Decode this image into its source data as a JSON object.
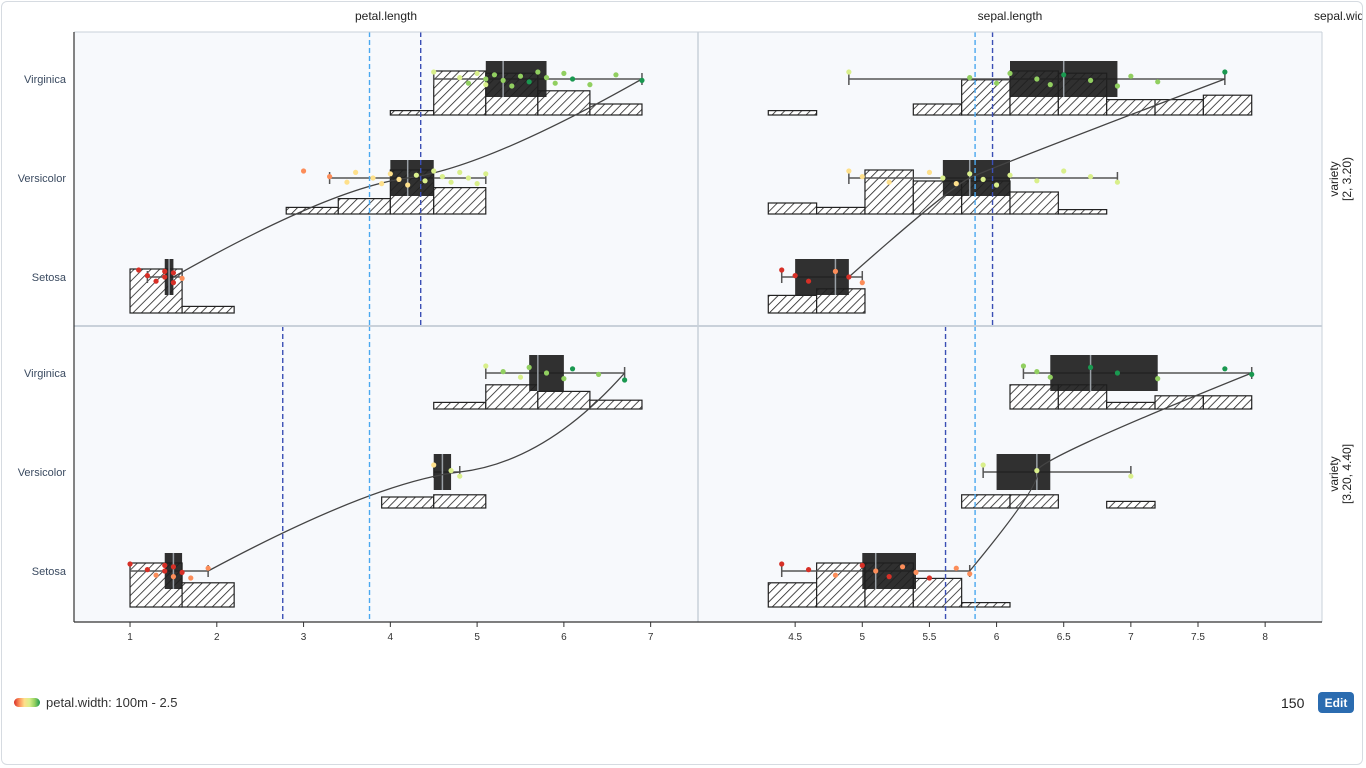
{
  "chart_data": {
    "type": "boxplot+histogram+strip",
    "columns": [
      "petal.length",
      "sepal.length",
      "sepal.wid"
    ],
    "x_ranges": [
      [
        0.7,
        7.2
      ],
      [
        4.0,
        8.2
      ]
    ],
    "x_ticks": [
      [
        "1",
        "2",
        "3",
        "4",
        "5",
        "6",
        "7"
      ],
      [
        "4.5",
        "5",
        "5.5",
        "6",
        "6.5",
        "7",
        "7.5",
        "8"
      ]
    ],
    "categories": [
      "Virginica",
      "Versicolor",
      "Setosa"
    ],
    "row_facet_title": "variety",
    "rows": [
      "[2, 3.20)",
      "[3.20, 4.40]"
    ],
    "color_legend": "petal.width: 100m - 2.5",
    "color_scale": [
      "#d73027",
      "#fc8d59",
      "#fee08b",
      "#d9ef8b",
      "#91cf60",
      "#1a9850"
    ],
    "panels": [
      {
        "row": 0,
        "col": 0,
        "ref_lines": [
          {
            "x": 3.76,
            "color": "#4aa8f0"
          },
          {
            "x": 4.35,
            "color": "#3b4fb5"
          }
        ],
        "boxes": {
          "Virginica": {
            "min": 4.5,
            "q1": 5.1,
            "med": 5.3,
            "q3": 5.8,
            "max": 6.9
          },
          "Versicolor": {
            "min": 3.3,
            "q1": 4.0,
            "med": 4.2,
            "q3": 4.5,
            "max": 5.1
          },
          "Setosa": {
            "min": 1.2,
            "q1": 1.4,
            "med": 1.45,
            "q3": 1.5,
            "max": 1.6
          }
        },
        "hist": {
          "Virginica": {
            "edges": [
              4.0,
              4.5,
              5.1,
              5.7,
              6.3,
              6.9
            ],
            "h": [
              0.1,
              1.0,
              0.95,
              0.55,
              0.25
            ]
          },
          "Versicolor": {
            "edges": [
              2.8,
              3.4,
              4.0,
              4.5,
              5.1
            ],
            "h": [
              0.15,
              0.35,
              1.0,
              0.6
            ]
          },
          "Setosa": {
            "edges": [
              1.0,
              1.6,
              2.2
            ],
            "h": [
              1.0,
              0.15
            ]
          }
        },
        "trend": [
          [
            1.5,
            "Setosa"
          ],
          [
            4.2,
            "Versicolor"
          ],
          [
            6.9,
            "Virginica"
          ]
        ],
        "points": {
          "Virginica": [
            [
              4.5,
              0.6
            ],
            [
              4.8,
              0.5
            ],
            [
              4.9,
              0.7
            ],
            [
              5.0,
              0.65
            ],
            [
              5.1,
              0.72
            ],
            [
              5.1,
              0.6
            ],
            [
              5.2,
              0.75
            ],
            [
              5.3,
              0.8
            ],
            [
              5.4,
              0.7
            ],
            [
              5.5,
              0.85
            ],
            [
              5.6,
              0.9
            ],
            [
              5.7,
              0.85
            ],
            [
              5.8,
              0.8
            ],
            [
              5.9,
              0.78
            ],
            [
              6.0,
              0.8
            ],
            [
              6.1,
              0.9
            ],
            [
              6.3,
              0.7
            ],
            [
              6.6,
              0.85
            ],
            [
              6.9,
              0.95
            ]
          ],
          "Versicolor": [
            [
              3.0,
              0.2
            ],
            [
              3.3,
              0.25
            ],
            [
              3.5,
              0.3
            ],
            [
              3.6,
              0.35
            ],
            [
              3.8,
              0.3
            ],
            [
              3.9,
              0.4
            ],
            [
              4.0,
              0.45
            ],
            [
              4.1,
              0.4
            ],
            [
              4.2,
              0.45
            ],
            [
              4.3,
              0.5
            ],
            [
              4.4,
              0.5
            ],
            [
              4.5,
              0.55
            ],
            [
              4.6,
              0.5
            ],
            [
              4.7,
              0.55
            ],
            [
              4.8,
              0.6
            ],
            [
              4.9,
              0.55
            ],
            [
              5.0,
              0.6
            ],
            [
              5.1,
              0.65
            ]
          ],
          "Setosa": [
            [
              1.1,
              0.02
            ],
            [
              1.2,
              0.05
            ],
            [
              1.3,
              0.04
            ],
            [
              1.4,
              0.06
            ],
            [
              1.4,
              0.05
            ],
            [
              1.5,
              0.08
            ],
            [
              1.5,
              0.06
            ],
            [
              1.6,
              0.1
            ]
          ]
        }
      },
      {
        "row": 0,
        "col": 1,
        "ref_lines": [
          {
            "x": 5.84,
            "color": "#4aa8f0"
          },
          {
            "x": 5.97,
            "color": "#3b4fb5"
          }
        ],
        "boxes": {
          "Virginica": {
            "min": 4.9,
            "q1": 6.1,
            "med": 6.5,
            "q3": 6.9,
            "max": 7.7
          },
          "Versicolor": {
            "min": 4.9,
            "q1": 5.6,
            "med": 5.8,
            "q3": 6.1,
            "max": 6.9
          },
          "Setosa": {
            "min": 4.4,
            "q1": 4.5,
            "med": 4.8,
            "q3": 4.9,
            "max": 5.0
          }
        },
        "hist": {
          "Virginica": {
            "edges": [
              4.3,
              4.66,
              5.02,
              5.38,
              5.74,
              6.1,
              6.46,
              6.82,
              7.18,
              7.54,
              7.9
            ],
            "h": [
              0.1,
              0.0,
              0.0,
              0.25,
              0.8,
              1.0,
              0.95,
              0.35,
              0.35,
              0.45
            ]
          },
          "Versicolor": {
            "edges": [
              4.3,
              4.66,
              5.02,
              5.38,
              5.74,
              6.1,
              6.46,
              6.82,
              7.18
            ],
            "h": [
              0.25,
              0.15,
              1.0,
              0.75,
              0.75,
              0.5,
              0.1,
              0.0
            ]
          },
          "Setosa": {
            "edges": [
              4.3,
              4.66,
              5.02
            ],
            "h": [
              0.4,
              0.55
            ]
          }
        },
        "trend": [
          [
            4.9,
            "Setosa"
          ],
          [
            5.8,
            "Versicolor"
          ],
          [
            7.7,
            "Virginica"
          ]
        ],
        "points": {
          "Virginica": [
            [
              4.9,
              0.6
            ],
            [
              5.8,
              0.7
            ],
            [
              6.0,
              0.75
            ],
            [
              6.1,
              0.8
            ],
            [
              6.3,
              0.85
            ],
            [
              6.4,
              0.7
            ],
            [
              6.5,
              0.9
            ],
            [
              6.7,
              0.85
            ],
            [
              6.9,
              0.8
            ],
            [
              7.0,
              0.75
            ],
            [
              7.2,
              0.85
            ],
            [
              7.7,
              0.9
            ]
          ],
          "Versicolor": [
            [
              4.9,
              0.3
            ],
            [
              5.0,
              0.35
            ],
            [
              5.2,
              0.4
            ],
            [
              5.5,
              0.45
            ],
            [
              5.6,
              0.5
            ],
            [
              5.7,
              0.4
            ],
            [
              5.8,
              0.5
            ],
            [
              5.9,
              0.55
            ],
            [
              6.0,
              0.5
            ],
            [
              6.1,
              0.55
            ],
            [
              6.3,
              0.55
            ],
            [
              6.5,
              0.6
            ],
            [
              6.7,
              0.6
            ],
            [
              6.9,
              0.6
            ]
          ],
          "Setosa": [
            [
              4.4,
              0.05
            ],
            [
              4.5,
              0.08
            ],
            [
              4.6,
              0.05
            ],
            [
              4.8,
              0.1
            ],
            [
              4.9,
              0.08
            ],
            [
              5.0,
              0.1
            ]
          ]
        }
      },
      {
        "row": 1,
        "col": 0,
        "ref_lines": [
          {
            "x": 2.76,
            "color": "#3b4fb5"
          },
          {
            "x": 3.76,
            "color": "#4aa8f0"
          }
        ],
        "boxes": {
          "Virginica": {
            "min": 5.1,
            "q1": 5.6,
            "med": 5.7,
            "q3": 6.0,
            "max": 6.7
          },
          "Versicolor": {
            "min": 4.5,
            "q1": 4.5,
            "med": 4.6,
            "q3": 4.7,
            "max": 4.8
          },
          "Setosa": {
            "min": 1.0,
            "q1": 1.4,
            "med": 1.5,
            "q3": 1.6,
            "max": 1.9
          }
        },
        "hist": {
          "Virginica": {
            "edges": [
              4.5,
              5.1,
              5.7,
              6.3,
              6.9
            ],
            "h": [
              0.15,
              0.55,
              0.4,
              0.2
            ]
          },
          "Versicolor": {
            "edges": [
              3.9,
              4.5,
              5.1
            ],
            "h": [
              0.25,
              0.3
            ]
          },
          "Setosa": {
            "edges": [
              1.0,
              1.6,
              2.2
            ],
            "h": [
              1.0,
              0.55
            ]
          }
        },
        "trend": [
          [
            1.9,
            "Setosa"
          ],
          [
            4.8,
            "Versicolor"
          ],
          [
            6.7,
            "Virginica"
          ]
        ],
        "points": {
          "Virginica": [
            [
              5.1,
              0.6
            ],
            [
              5.3,
              0.7
            ],
            [
              5.5,
              0.65
            ],
            [
              5.6,
              0.8
            ],
            [
              5.8,
              0.85
            ],
            [
              6.0,
              0.75
            ],
            [
              6.1,
              0.9
            ],
            [
              6.4,
              0.85
            ],
            [
              6.7,
              0.9
            ]
          ],
          "Versicolor": [
            [
              4.5,
              0.45
            ],
            [
              4.7,
              0.5
            ],
            [
              4.8,
              0.55
            ]
          ],
          "Setosa": [
            [
              1.0,
              0.02
            ],
            [
              1.2,
              0.05
            ],
            [
              1.3,
              0.1
            ],
            [
              1.4,
              0.04
            ],
            [
              1.4,
              0.08
            ],
            [
              1.5,
              0.1
            ],
            [
              1.5,
              0.06
            ],
            [
              1.6,
              0.08
            ],
            [
              1.7,
              0.12
            ],
            [
              1.9,
              0.1
            ]
          ]
        }
      },
      {
        "row": 1,
        "col": 1,
        "ref_lines": [
          {
            "x": 5.62,
            "color": "#3b4fb5"
          },
          {
            "x": 5.84,
            "color": "#4aa8f0"
          }
        ],
        "boxes": {
          "Virginica": {
            "min": 6.2,
            "q1": 6.4,
            "med": 6.7,
            "q3": 7.2,
            "max": 7.9
          },
          "Versicolor": {
            "min": 5.9,
            "q1": 6.0,
            "med": 6.3,
            "q3": 6.4,
            "max": 7.0
          },
          "Setosa": {
            "min": 4.4,
            "q1": 5.0,
            "med": 5.1,
            "q3": 5.4,
            "max": 5.8
          }
        },
        "hist": {
          "Virginica": {
            "edges": [
              6.1,
              6.46,
              6.82,
              7.18,
              7.54,
              7.9
            ],
            "h": [
              0.55,
              0.55,
              0.15,
              0.3,
              0.3
            ]
          },
          "Versicolor": {
            "edges": [
              5.74,
              6.1,
              6.46,
              6.82,
              7.18
            ],
            "h": [
              0.3,
              0.3,
              0.0,
              0.15
            ]
          },
          "Setosa": {
            "edges": [
              4.3,
              4.66,
              5.02,
              5.38,
              5.74,
              6.1
            ],
            "h": [
              0.55,
              1.0,
              1.0,
              0.65,
              0.1
            ]
          }
        },
        "trend": [
          [
            5.8,
            "Setosa"
          ],
          [
            6.3,
            "Versicolor"
          ],
          [
            7.9,
            "Virginica"
          ]
        ],
        "points": {
          "Virginica": [
            [
              6.2,
              0.75
            ],
            [
              6.3,
              0.8
            ],
            [
              6.4,
              0.85
            ],
            [
              6.7,
              0.9
            ],
            [
              6.9,
              0.95
            ],
            [
              7.2,
              0.85
            ],
            [
              7.7,
              0.9
            ],
            [
              7.9,
              0.9
            ]
          ],
          "Versicolor": [
            [
              5.9,
              0.55
            ],
            [
              6.3,
              0.6
            ],
            [
              7.0,
              0.6
            ]
          ],
          "Setosa": [
            [
              4.4,
              0.05
            ],
            [
              4.6,
              0.08
            ],
            [
              4.8,
              0.1
            ],
            [
              5.0,
              0.06
            ],
            [
              5.1,
              0.1
            ],
            [
              5.2,
              0.08
            ],
            [
              5.3,
              0.12
            ],
            [
              5.4,
              0.1
            ],
            [
              5.5,
              0.08
            ],
            [
              5.7,
              0.1
            ],
            [
              5.8,
              0.12
            ]
          ]
        }
      }
    ]
  },
  "footer": {
    "count": "150",
    "edit_label": "Edit"
  }
}
